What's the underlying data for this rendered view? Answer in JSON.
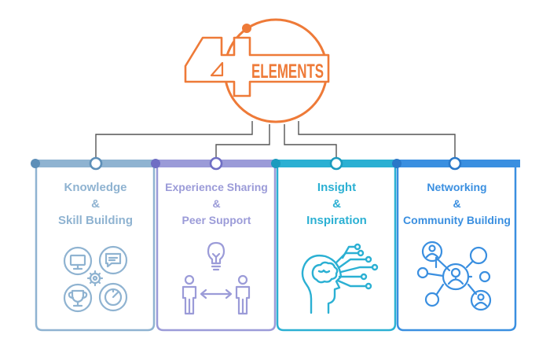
{
  "header": {
    "logo_number": "4",
    "logo_word": "ELEMENTS",
    "accent_color": "#EE7A38"
  },
  "cards": [
    {
      "title_line1": "Knowledge",
      "connector": "&",
      "title_line2": "Skill Building",
      "color": "#8FB3D1",
      "icon": "skills-icon"
    },
    {
      "title_line1": "Experience Sharing",
      "connector": "&",
      "title_line2": "Peer Support",
      "color": "#9B9BD8",
      "icon": "peer-exchange-icon"
    },
    {
      "title_line1": "Insight",
      "connector": "&",
      "title_line2": "Inspiration",
      "color": "#2BB0D3",
      "icon": "mind-icon"
    },
    {
      "title_line1": "Networking",
      "connector": "&",
      "title_line2": "Community Building",
      "color": "#3A8FE0",
      "icon": "network-icon"
    }
  ]
}
